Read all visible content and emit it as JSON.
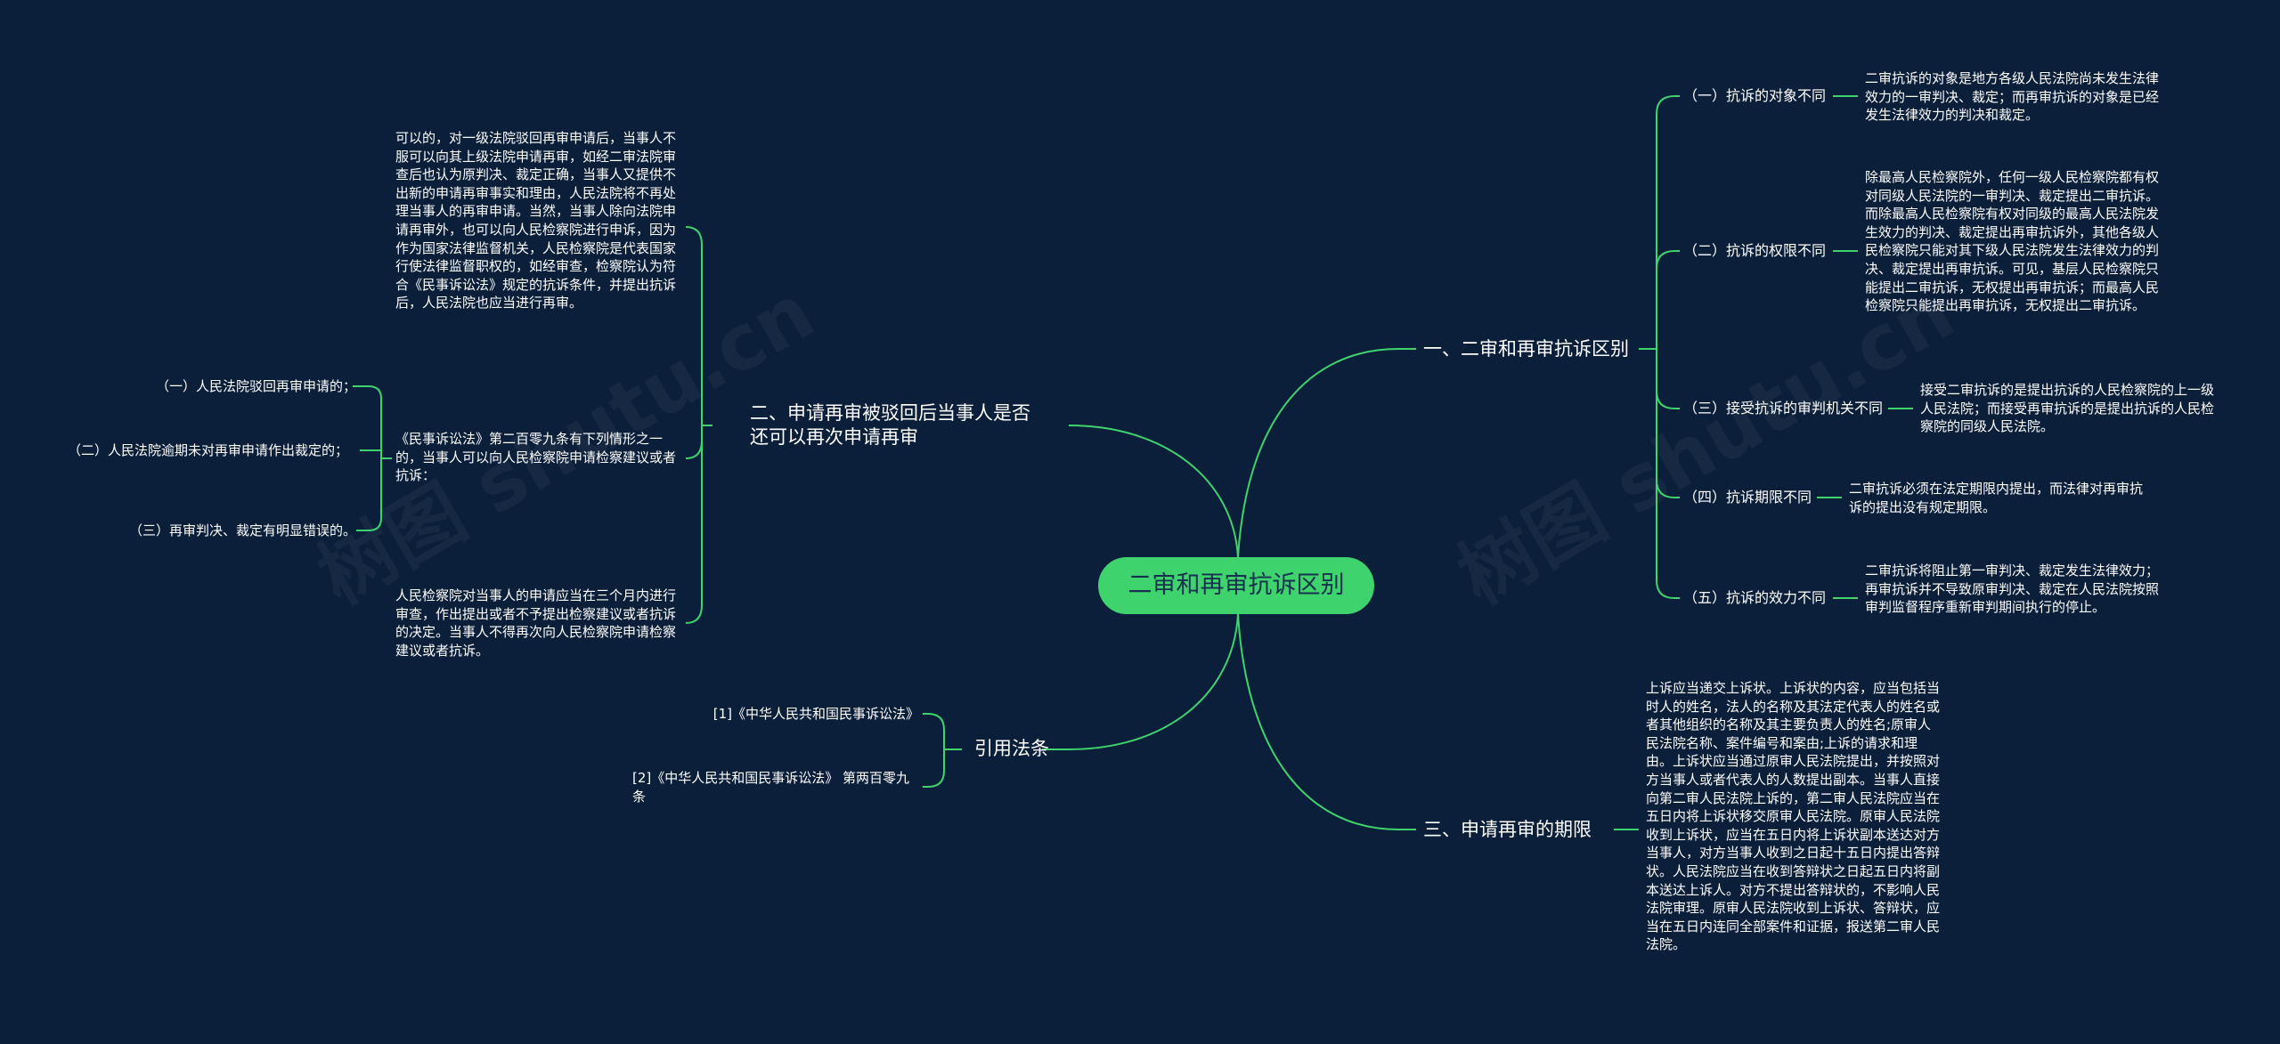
{
  "root": "二审和再审抗诉区别",
  "watermark": "树图 shutu.cn",
  "colors": {
    "background": "#0c1f3a",
    "link": "#3fd36e",
    "root_fill": "#3fd36e",
    "text": "#ffffff"
  },
  "right": {
    "branch1": {
      "label": "一、二审和再审抗诉区别",
      "items": [
        {
          "label": "（一）抗诉的对象不同",
          "text": "二审抗诉的对象是地方各级人民法院尚未发生法律效力的一审判决、裁定；而再审抗诉的对象是已经发生法律效力的判决和裁定。"
        },
        {
          "label": "（二）抗诉的权限不同",
          "text": "除最高人民检察院外，任何一级人民检察院都有权对同级人民法院的一审判决、裁定提出二审抗诉。而除最高人民检察院有权对同级的最高人民法院发生效力的判决、裁定提出再审抗诉外，其他各级人民检察院只能对其下级人民法院发生法律效力的判决、裁定提出再审抗诉。可见，基层人民检察院只能提出二审抗诉，无权提出再审抗诉；而最高人民检察院只能提出再审抗诉，无权提出二审抗诉。"
        },
        {
          "label": "（三）接受抗诉的审判机关不同",
          "text": "接受二审抗诉的是提出抗诉的人民检察院的上一级人民法院；而接受再审抗诉的是提出抗诉的人民检察院的同级人民法院。"
        },
        {
          "label": "（四）抗诉期限不同",
          "text": "二审抗诉必须在法定期限内提出，而法律对再审抗诉的提出没有规定期限。"
        },
        {
          "label": "（五）抗诉的效力不同",
          "text": "二审抗诉将阻止第一审判决、裁定发生法律效力；再审抗诉并不导致原审判决、裁定在人民法院按照审判监督程序重新审判期间执行的停止。"
        }
      ]
    },
    "branch3": {
      "label": "三、申请再审的期限",
      "text": "上诉应当递交上诉状。上诉状的内容，应当包括当时人的姓名，法人的名称及其法定代表人的姓名或者其他组织的名称及其主要负责人的姓名;原审人民法院名称、案件编号和案由;上诉的请求和理由。上诉状应当通过原审人民法院提出，并按照对方当事人或者代表人的人数提出副本。当事人直接向第二审人民法院上诉的，第二审人民法院应当在五日内将上诉状移交原审人民法院。原审人民法院收到上诉状，应当在五日内将上诉状副本送达对方当事人，对方当事人收到之日起十五日内提出答辩状。人民法院应当在收到答辩状之日起五日内将副本送达上诉人。对方不提出答辩状的，不影响人民法院审理。原审人民法院收到上诉状、答辩状，应当在五日内连同全部案件和证据，报送第二审人民法院。"
    }
  },
  "left": {
    "branch2": {
      "label_line1": "二、申请再审被驳回后当事人是否",
      "label_line2": "还可以再次申请再审",
      "top_text": "可以的，对一级法院驳回再审申请后，当事人不服可以向其上级法院申请再审，如经二审法院审查后也认为原判决、裁定正确，当事人又提供不出新的申请再审事实和理由，人民法院将不再处理当事人的再审申请。当然，当事人除向法院申请再审外，也可以向人民检察院进行申诉，因为作为国家法律监督机关，人民检察院是代表国家行使法律监督职权的，如经审查，检察院认为符合《民事诉讼法》规定的抗诉条件，并提出抗诉后，人民法院也应当进行再审。",
      "mid_text": "《民事诉讼法》第二百零九条有下列情形之一的，当事人可以向人民检察院申请检察建议或者抗诉：",
      "mid_items": [
        "（一）人民法院驳回再审申请的；",
        "（二）人民法院逾期未对再审申请作出裁定的；",
        "（三）再审判决、裁定有明显错误的。"
      ],
      "bottom_text": "人民检察院对当事人的申请应当在三个月内进行审查，作出提出或者不予提出检察建议或者抗诉的决定。当事人不得再次向人民检察院申请检察建议或者抗诉。"
    },
    "branch4": {
      "label": "引用法条",
      "items": [
        "[1]《中华人民共和国民事诉讼法》",
        "[2]《中华人民共和国民事诉讼法》 第两百零九条"
      ]
    }
  }
}
